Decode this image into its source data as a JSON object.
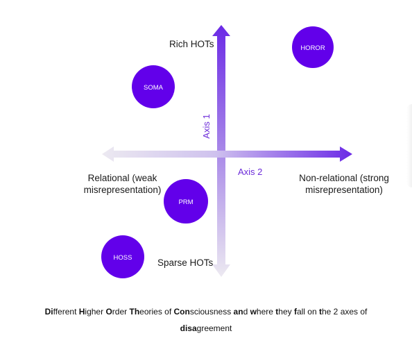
{
  "labels": {
    "rich": "Rich HOTs",
    "sparse": "Sparse HOTs",
    "relational_line1": "Relational (weak",
    "relational_line2": "misrepresentation)",
    "nonrelational_line1": "Non-relational (strong",
    "nonrelational_line2": "misrepresentation)",
    "axis1": "Axis 1",
    "axis2": "Axis 2"
  },
  "theories": [
    {
      "name": "HOROR"
    },
    {
      "name": "SOMA"
    },
    {
      "name": "PRM"
    },
    {
      "name": "HOSS"
    }
  ],
  "caption": {
    "line1": [
      {
        "b": "Di"
      },
      {
        "t": "fferent "
      },
      {
        "b": "H"
      },
      {
        "t": "igher "
      },
      {
        "b": "O"
      },
      {
        "t": "rder "
      },
      {
        "b": "Th"
      },
      {
        "t": "eories of "
      },
      {
        "b": "Con"
      },
      {
        "t": "sciousness "
      },
      {
        "b": "an"
      },
      {
        "t": "d "
      },
      {
        "b": "w"
      },
      {
        "t": "here "
      },
      {
        "b": "t"
      },
      {
        "t": "hey "
      },
      {
        "b": "f"
      },
      {
        "t": "all on "
      },
      {
        "b": "t"
      },
      {
        "t": "he 2 axes of"
      }
    ],
    "line2": [
      {
        "b": "disa"
      },
      {
        "t": "greement"
      }
    ]
  },
  "colors": {
    "arrow": "#6b2ae6",
    "arrow_fade": "#e4e0ec",
    "circle": "#6200ea",
    "axis_text": "#6c2bd9"
  }
}
